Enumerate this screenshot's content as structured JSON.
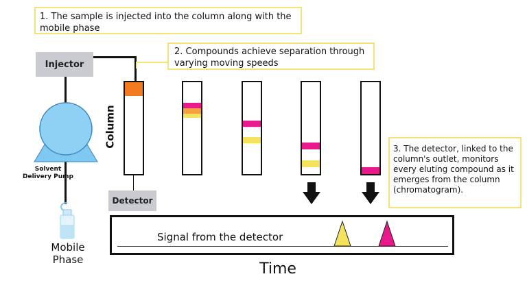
{
  "callouts": {
    "step1": "1. The sample is injected into the column along with the mobile phase",
    "step2": "2. Compounds achieve separation through varying moving speeds",
    "step3": "3. The detector, linked to the column's outlet, monitors every eluting compound as it emerges from the column (chromatogram)."
  },
  "labels": {
    "injector": "Injector",
    "pump": "Solvent Delivery Pump",
    "column": "Column",
    "detector": "Detector",
    "mobile_phase": "Mobile Phase",
    "signal": "Signal from the detector",
    "time": "Time"
  },
  "colors": {
    "sample": "#f47a20",
    "compound_a": "#e8198b",
    "compound_b": "#f5e35e",
    "pump": "#7ec8f2",
    "gray_box": "#c9cbd0",
    "callout_border": "#f5e27a"
  },
  "icons": [
    "pump-icon",
    "bottle-icon",
    "down-arrow-icon",
    "peak-icon"
  ]
}
